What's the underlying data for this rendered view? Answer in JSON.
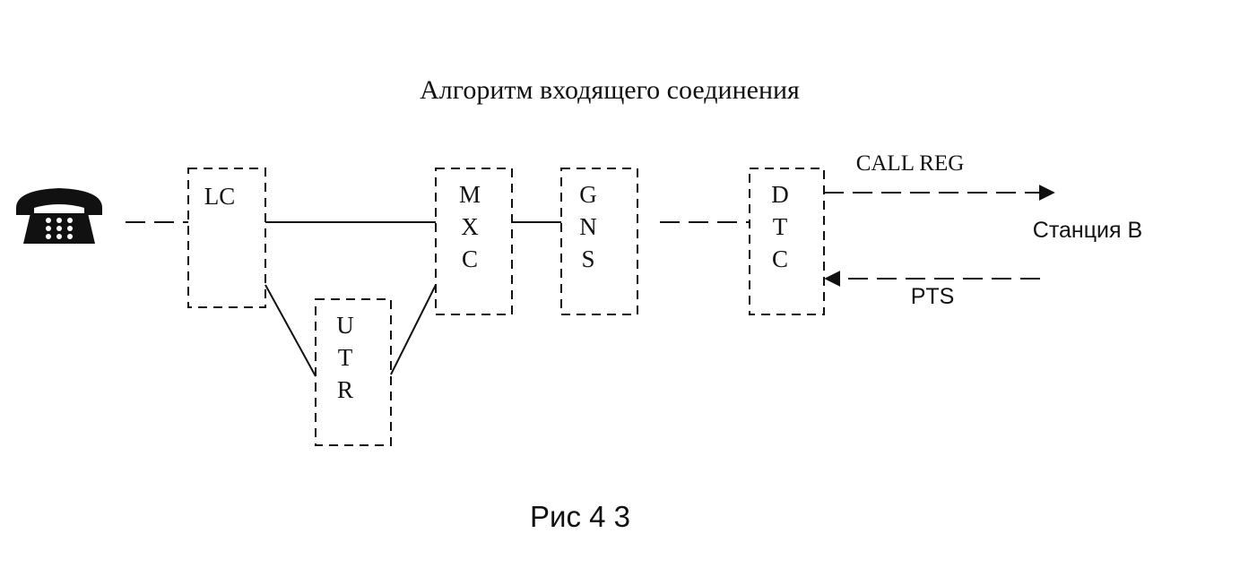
{
  "title": "Алгоритм входящего соединения",
  "blocks": {
    "lc": {
      "letters": [
        "LC"
      ]
    },
    "utr": {
      "letters": [
        "U",
        "T",
        "R"
      ]
    },
    "mxc": {
      "letters": [
        "M",
        "X",
        "C"
      ]
    },
    "gns": {
      "letters": [
        "G",
        "N",
        "S"
      ]
    },
    "dtc": {
      "letters": [
        "D",
        "T",
        "C"
      ]
    }
  },
  "signals": {
    "outgoing": "CALL REG",
    "incoming": "PTS"
  },
  "destination": "Станция В",
  "caption": "Рис 4 3",
  "icons": {
    "terminal": "telephone-icon"
  }
}
